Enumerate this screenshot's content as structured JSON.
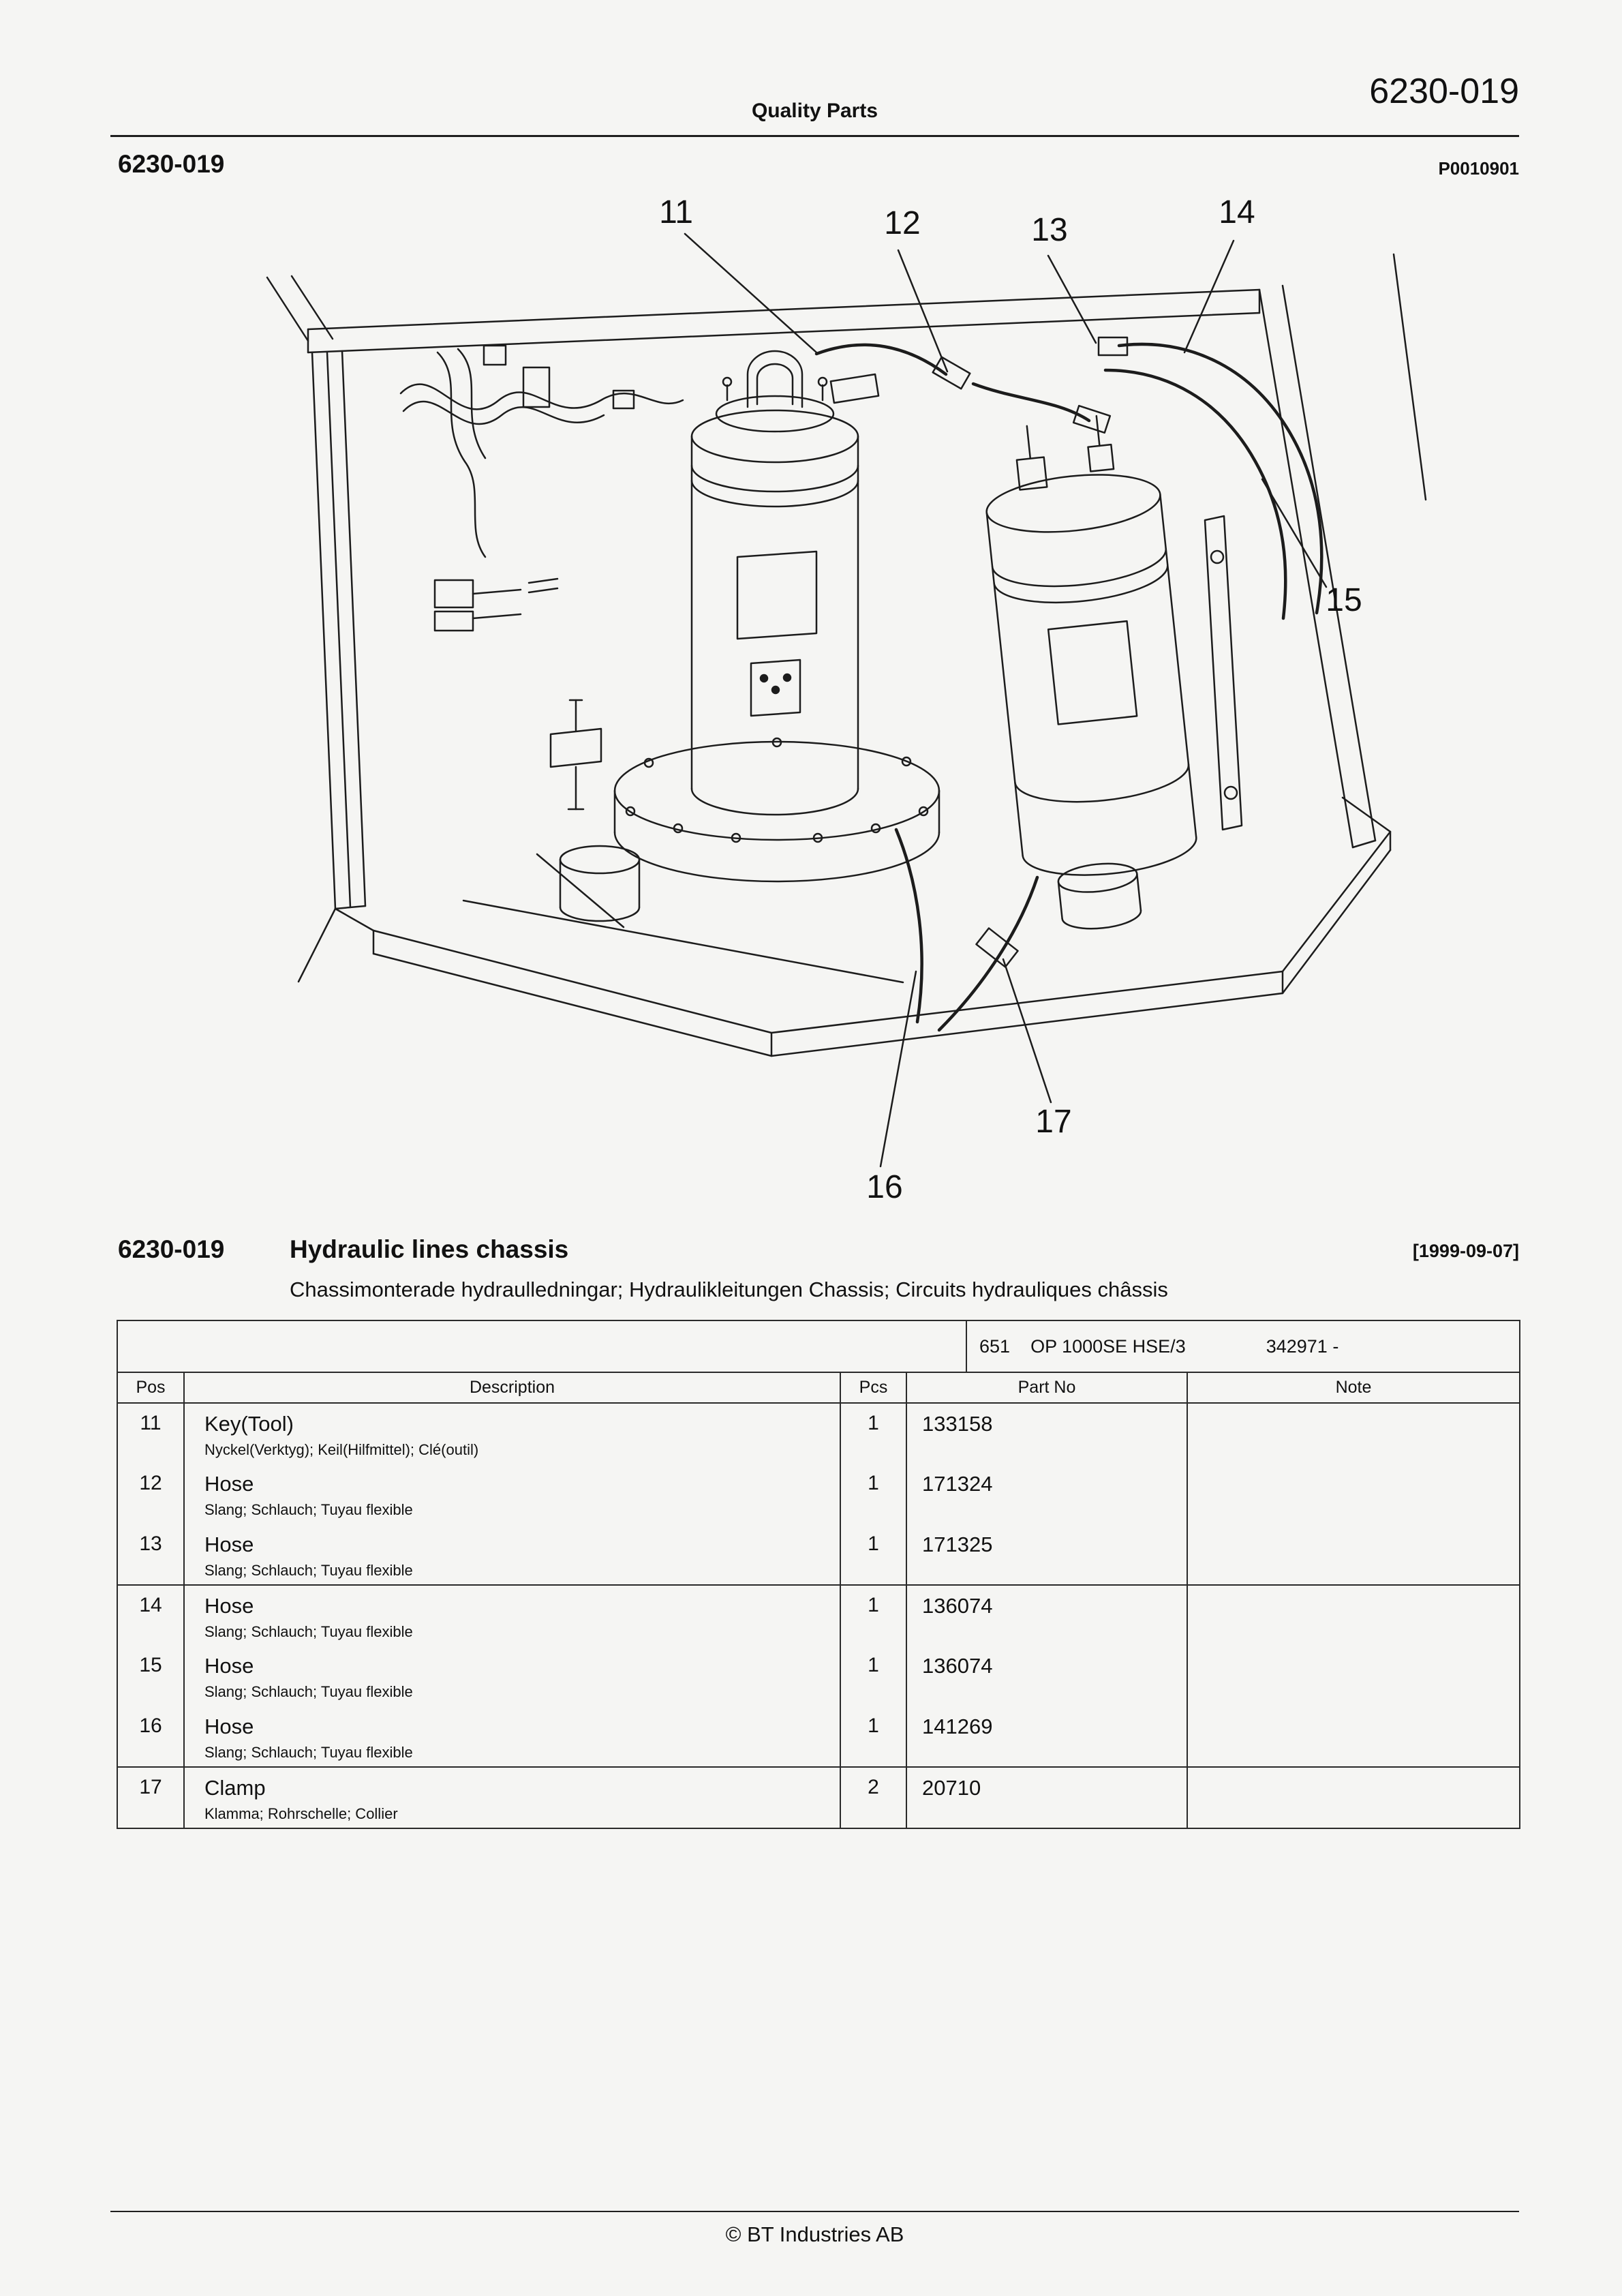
{
  "page": {
    "header": {
      "center_title": "Quality Parts",
      "doc_number": "6230-019",
      "sub_left": "6230-019",
      "sub_right": "P0010901"
    },
    "diagram": {
      "callouts": [
        {
          "label": "11"
        },
        {
          "label": "12"
        },
        {
          "label": "13"
        },
        {
          "label": "14"
        },
        {
          "label": "15"
        },
        {
          "label": "16"
        },
        {
          "label": "17"
        }
      ]
    },
    "section": {
      "number": "6230-019",
      "title": "Hydraulic lines chassis",
      "date": "[1999-09-07]",
      "subtitle": "Chassimonterade hydraulledningar; Hydraulikleitungen Chassis; Circuits hydrauliques châssis"
    },
    "table": {
      "model_row": {
        "code": "651",
        "model": "OP 1000SE HSE/3",
        "serial": "342971 -"
      },
      "columns": [
        "Pos",
        "Description",
        "Pcs",
        "Part No",
        "Note"
      ],
      "rows": [
        {
          "pos": "11",
          "description": "Key(Tool)",
          "description_sub": "Nyckel(Verktyg); Keil(Hilfmittel); Clé(outil)",
          "pcs": "1",
          "part_no": "133158",
          "note": "",
          "group_end": false
        },
        {
          "pos": "12",
          "description": "Hose",
          "description_sub": "Slang; Schlauch; Tuyau flexible",
          "pcs": "1",
          "part_no": "171324",
          "note": "",
          "group_end": false
        },
        {
          "pos": "13",
          "description": "Hose",
          "description_sub": "Slang; Schlauch; Tuyau flexible",
          "pcs": "1",
          "part_no": "171325",
          "note": "",
          "group_end": true
        },
        {
          "pos": "14",
          "description": "Hose",
          "description_sub": "Slang; Schlauch; Tuyau flexible",
          "pcs": "1",
          "part_no": "136074",
          "note": "",
          "group_end": false
        },
        {
          "pos": "15",
          "description": "Hose",
          "description_sub": "Slang; Schlauch; Tuyau flexible",
          "pcs": "1",
          "part_no": "136074",
          "note": "",
          "group_end": false
        },
        {
          "pos": "16",
          "description": "Hose",
          "description_sub": "Slang; Schlauch; Tuyau flexible",
          "pcs": "1",
          "part_no": "141269",
          "note": "",
          "group_end": true
        },
        {
          "pos": "17",
          "description": "Clamp",
          "description_sub": "Klamma; Rohrschelle; Collier",
          "pcs": "2",
          "part_no": "20710",
          "note": "",
          "group_end": false
        }
      ]
    },
    "footer": {
      "copyright": "© BT Industries AB"
    }
  }
}
